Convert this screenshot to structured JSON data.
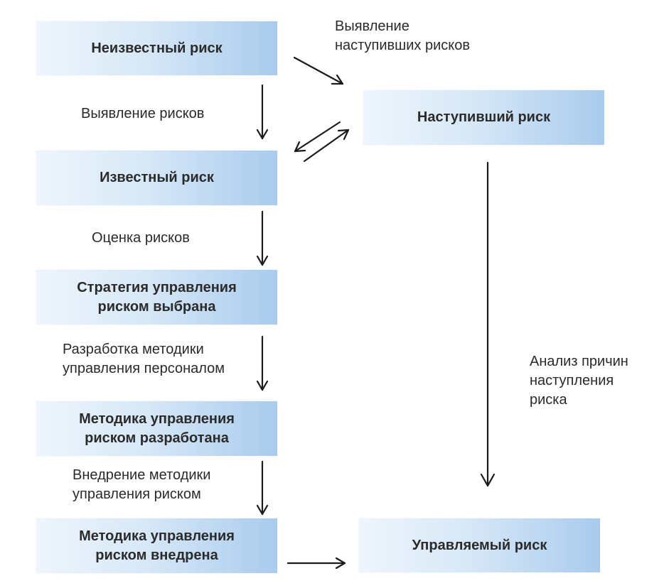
{
  "boxes": {
    "unknown_risk": "Неизвестный риск",
    "known_risk": "Известный риск",
    "strategy_selected": "Стратегия управления\nриском выбрана",
    "method_developed": "Методика управления\nриском разработана",
    "method_implemented": "Методика управления\nриском внедрена",
    "occurred_risk": "Наступивший риск",
    "managed_risk": "Управляемый риск"
  },
  "labels": {
    "identify_occurred": "Выявление\nнаступивших рисков",
    "identify_risks": "Выявление рисков",
    "assess_risks": "Оценка рисков",
    "develop_method": "Разработка методики\nуправления персоналом",
    "implement_method": "Внедрение методики\nуправления риском",
    "analyze_causes": "Анализ причин\nнаступления\nриска"
  }
}
